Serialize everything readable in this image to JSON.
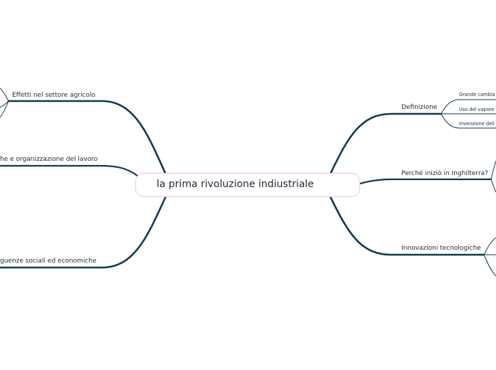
{
  "central": {
    "title": "la prima rivoluzione indiustriale"
  },
  "left_branches": [
    {
      "label": "Effetti nel settore agricolo"
    },
    {
      "label": "he e organizzazione del lavoro"
    },
    {
      "label": "guenze sociali ed economiche"
    }
  ],
  "right_branches": [
    {
      "label": "Definizione",
      "children": [
        "Grande cambia",
        "Uso del vapore",
        "Invenzione dell"
      ]
    },
    {
      "label": "Perché iniziò in Inghilterra?"
    },
    {
      "label": "Innovazioni tecnologiche"
    }
  ],
  "colors": {
    "branch": "#0f3a52",
    "central_border": "#f4c6d6",
    "text": "#1e2a3a"
  }
}
